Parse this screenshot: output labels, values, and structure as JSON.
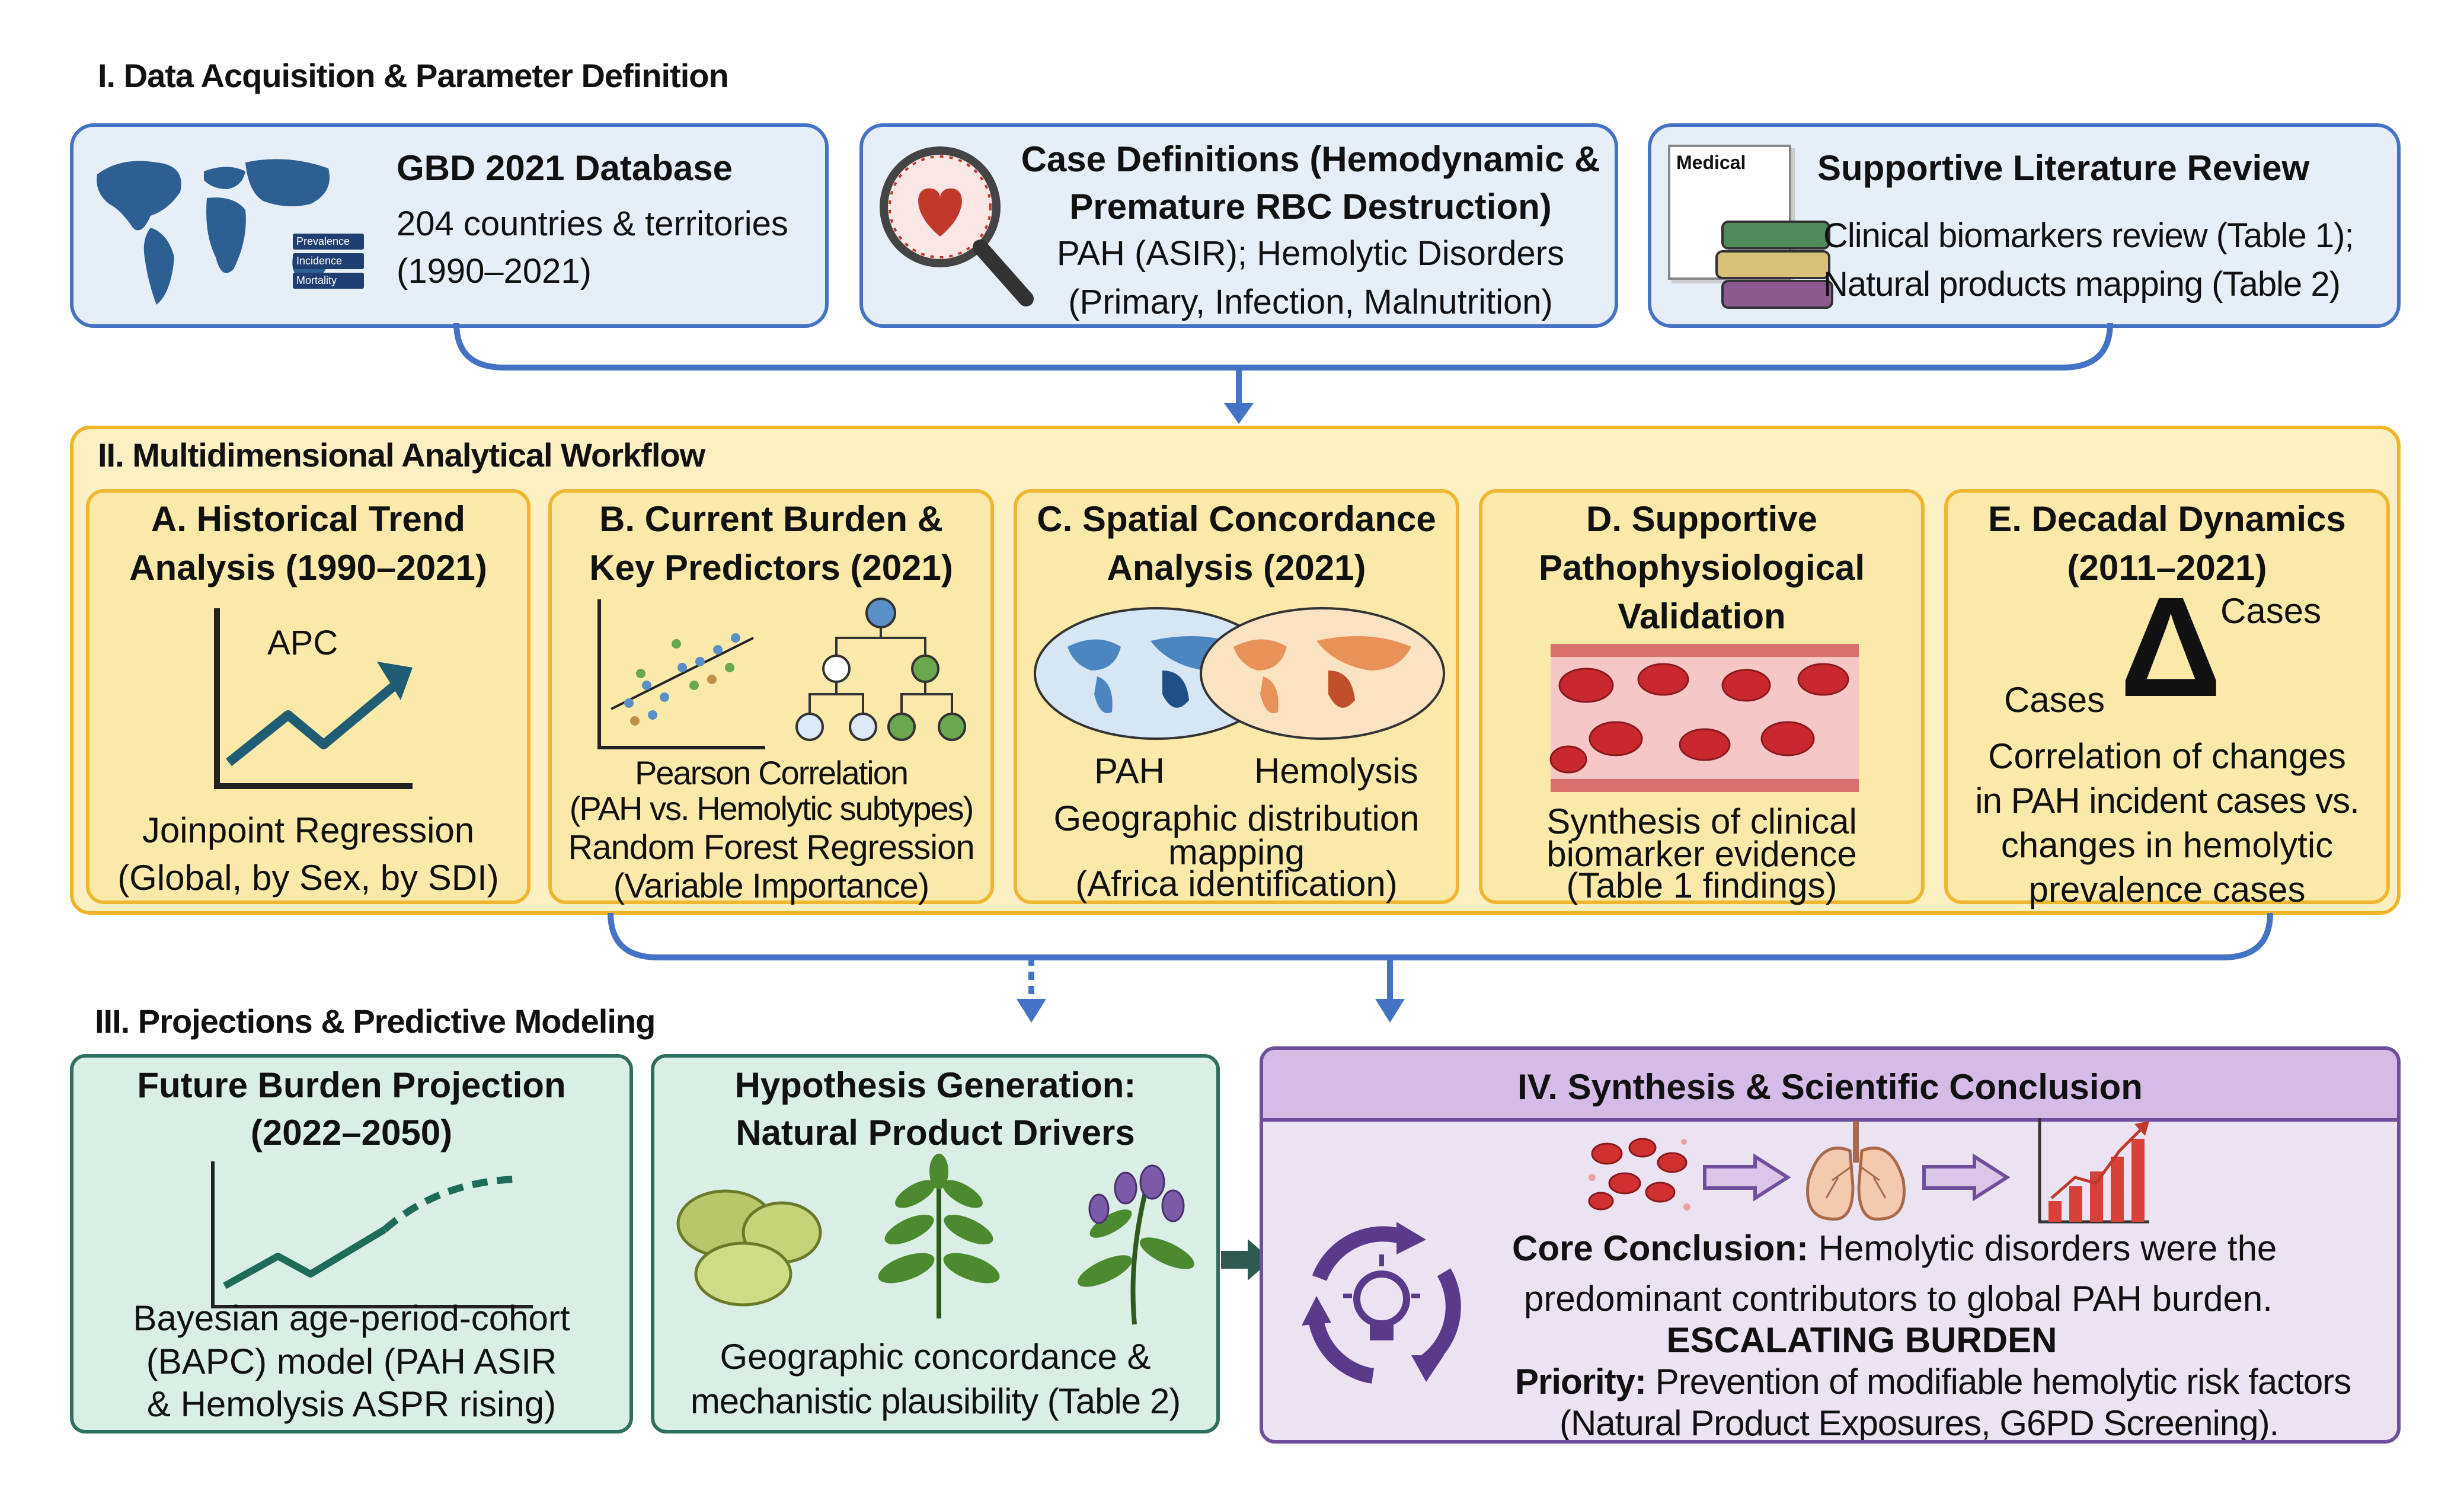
{
  "section1": {
    "title": "I. Data Acquisition & Parameter Definition",
    "gbd": {
      "title": "GBD 2021 Database",
      "line1": "204 countries & territories",
      "line2": "(1990–2021)",
      "legend": [
        "Prevalence",
        "Incidence",
        "Mortality"
      ]
    },
    "case": {
      "title1": "Case Definitions (Hemodynamic &",
      "title2": "Premature RBC Destruction)",
      "line1": "PAH (ASIR); Hemolytic Disorders",
      "line2": "(Primary, Infection, Malnutrition)"
    },
    "lit": {
      "badge": "Medical",
      "title": "Supportive Literature Review",
      "line1": "Clinical biomarkers review (Table 1);",
      "line2": "Natural products mapping (Table 2)"
    }
  },
  "section2": {
    "title": "II. Multidimensional Analytical Workflow",
    "a": {
      "title1": "A. Historical Trend",
      "title2": "Analysis (1990–2021)",
      "chart_label": "APC",
      "line1": "Joinpoint Regression",
      "line2": "(Global, by Sex, by SDI)"
    },
    "b": {
      "title1": "B. Current Burden &",
      "title2": "Key Predictors (2021)",
      "line1": "Pearson Correlation",
      "line2": "(PAH vs. Hemolytic subtypes)",
      "line3": "Random Forest Regression",
      "line4": "(Variable Importance)"
    },
    "c": {
      "title1": "C. Spatial Concordance",
      "title2": "Analysis (2021)",
      "map1": "PAH",
      "map2": "Hemolysis",
      "line1": "Geographic distribution",
      "line2": "mapping",
      "line3": "(Africa identification)"
    },
    "d": {
      "title1": "D. Supportive",
      "title2": "Pathophysiological",
      "title3": "Validation",
      "line1": "Synthesis of clinical",
      "line2": "biomarker evidence",
      "line3": "(Table 1 findings)"
    },
    "e": {
      "title1": "E. Decadal Dynamics",
      "title2": "(2011–2021)",
      "symbol": "Δ",
      "cases_right": "Cases",
      "cases_left": "Cases",
      "line1": "Correlation of changes",
      "line2": "in PAH incident cases vs.",
      "line3": "changes in hemolytic",
      "line4": "prevalence cases"
    }
  },
  "section3": {
    "title": "III. Projections & Predictive Modeling",
    "future": {
      "title1": "Future Burden Projection",
      "title2": "(2022–2050)",
      "line1": "Bayesian age-period-cohort",
      "line2": "(BAPC) model (PAH ASIR",
      "line3": "& Hemolysis ASPR rising)"
    },
    "hypo": {
      "title1": "Hypothesis Generation:",
      "title2": "Natural Product Drivers",
      "line1": "Geographic concordance &",
      "line2": "mechanistic plausibility (Table 2)"
    }
  },
  "section4": {
    "title": "IV. Synthesis & Scientific Conclusion",
    "core_label": "Core Conclusion:",
    "core_text1": "Hemolytic disorders were the",
    "core_text2": "predominant contributors to global PAH burden.",
    "escalating": "ESCALATING BURDEN",
    "priority_label": "Priority:",
    "priority_text1": "Prevention of modifiable hemolytic risk factors",
    "priority_text2": "(Natural Product Exposures, G6PD Screening)."
  },
  "colors": {
    "blue": "#4472c4",
    "yellow": "#f0b429",
    "teal": "#2f6f5f",
    "purple": "#6f4f9b",
    "red": "#c0392b"
  }
}
